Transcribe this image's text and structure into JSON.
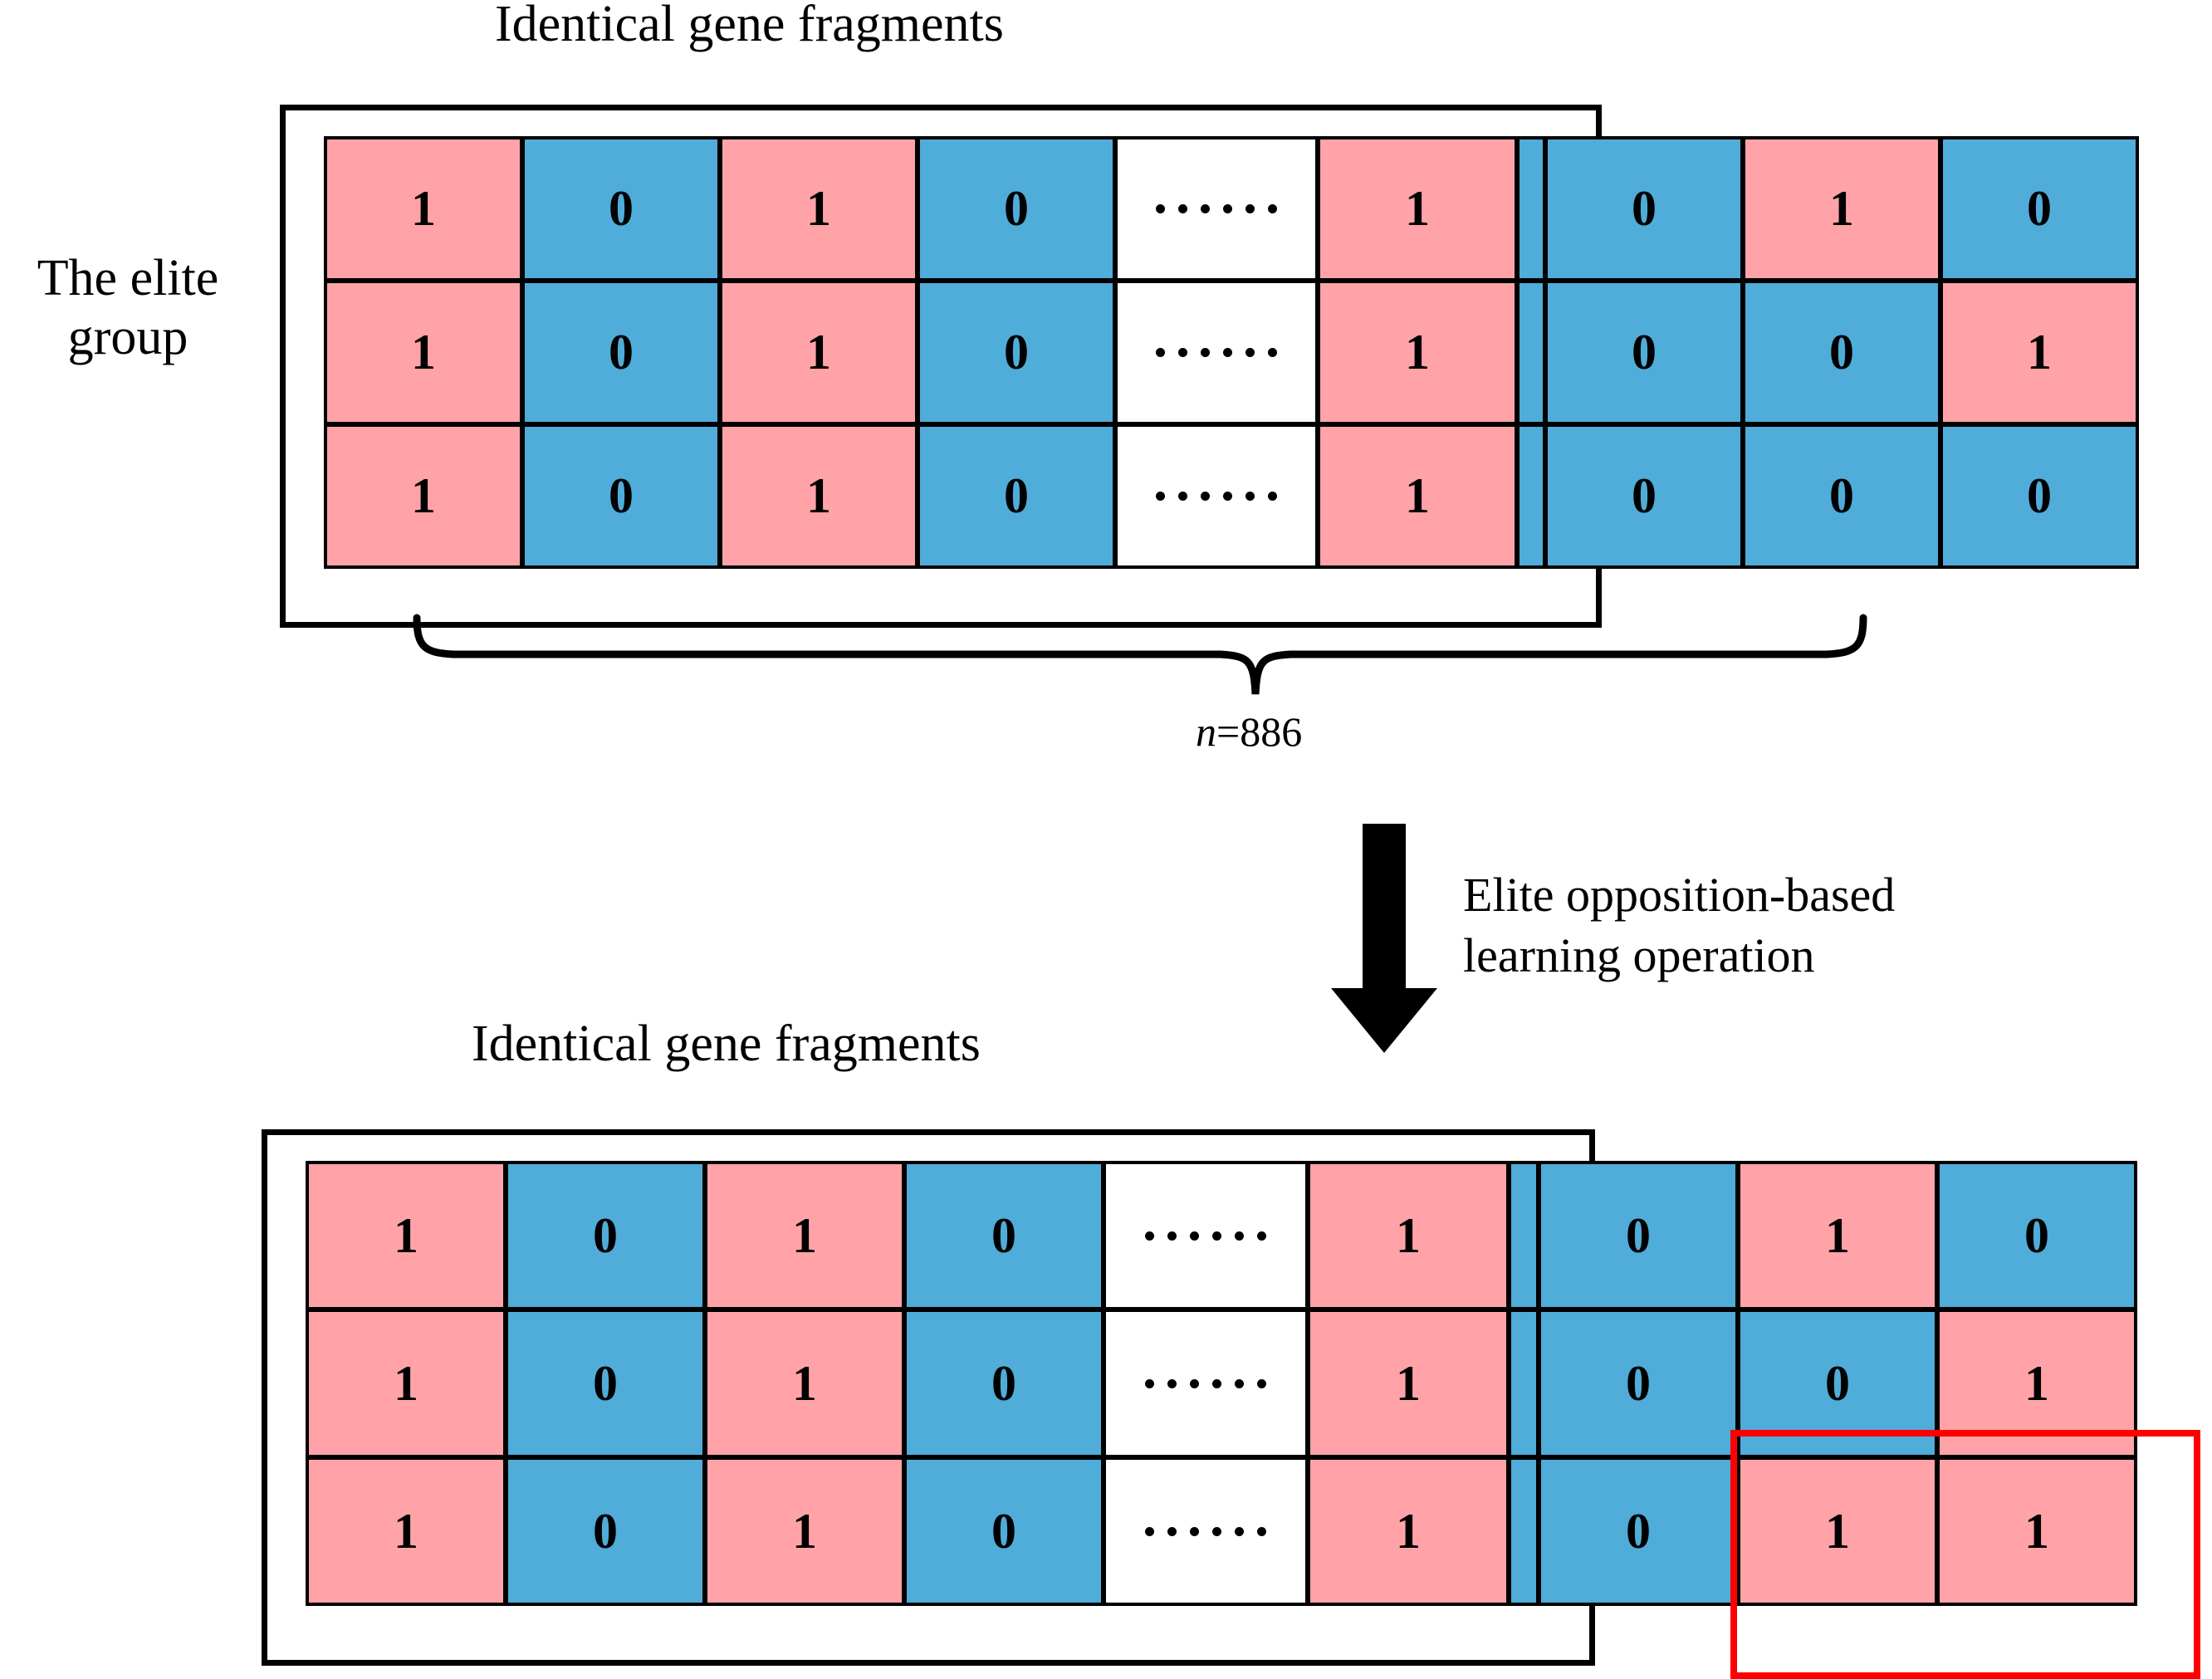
{
  "top_section": {
    "fragments_title": "Identical gene fragments",
    "group_label_line1": "The elite",
    "group_label_line2": "group",
    "size_annotation_var": "n",
    "size_annotation_value": "=886",
    "rows": [
      [
        "1",
        "0",
        "1",
        "0",
        "……",
        "1",
        "",
        "0",
        "1",
        "0"
      ],
      [
        "1",
        "0",
        "1",
        "0",
        "……",
        "1",
        "",
        "0",
        "0",
        "1"
      ],
      [
        "1",
        "0",
        "1",
        "0",
        "……",
        "1",
        "",
        "0",
        "0",
        "0"
      ]
    ]
  },
  "operation": {
    "label_line1": "Elite opposition-based",
    "label_line2": "learning operation",
    "arrow": "down-arrow-icon"
  },
  "bottom_section": {
    "fragments_title": "Identical gene fragments",
    "rows": [
      [
        "1",
        "0",
        "1",
        "0",
        "……",
        "1",
        "",
        "0",
        "1",
        "0"
      ],
      [
        "1",
        "0",
        "1",
        "0",
        "……",
        "1",
        "",
        "0",
        "0",
        "1"
      ],
      [
        "1",
        "0",
        "1",
        "0",
        "……",
        "1",
        "",
        "0",
        "1",
        "1"
      ]
    ],
    "highlight_note": "red-highlight-box"
  },
  "colors": {
    "pink": "#FFA3A8",
    "blue": "#50ACD8",
    "white": "#FFFFFF",
    "outline": "#000000",
    "highlight": "#FF0000"
  }
}
